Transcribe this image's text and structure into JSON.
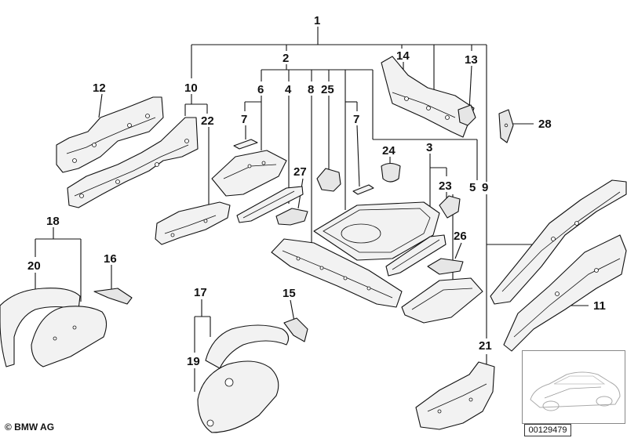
{
  "labels": {
    "l1": "1",
    "l2": "2",
    "l3": "3",
    "l4": "4",
    "l5": "5",
    "l6": "6",
    "l7a": "7",
    "l7b": "7",
    "l8": "8",
    "l9": "9",
    "l10": "10",
    "l11": "11",
    "l12": "12",
    "l13": "13",
    "l14": "14",
    "l15": "15",
    "l16": "16",
    "l17": "17",
    "l18": "18",
    "l19": "19",
    "l20": "20",
    "l21": "21",
    "l22": "22",
    "l23": "23",
    "l24": "24",
    "l25": "25",
    "l26": "26",
    "l27": "27",
    "l28": "28"
  },
  "footer": {
    "copyright": "© BMW AG",
    "diagram_id": "00129479"
  }
}
